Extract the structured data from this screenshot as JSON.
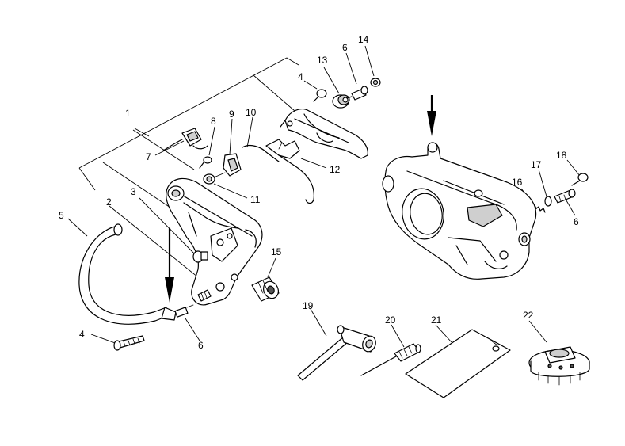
{
  "callouts": {
    "c1": "1",
    "c2": "2",
    "c3": "3",
    "c4a": "4",
    "c4b": "4",
    "c5": "5",
    "c6a": "6",
    "c6b": "6",
    "c6c": "6",
    "c7": "7",
    "c8": "8",
    "c9": "9",
    "c10": "10",
    "c11": "11",
    "c12": "12",
    "c13": "13",
    "c14": "14",
    "c15": "15",
    "c16": "16",
    "c17": "17",
    "c18": "18",
    "c19": "19",
    "c20": "20",
    "c21": "21",
    "c22": "22"
  }
}
